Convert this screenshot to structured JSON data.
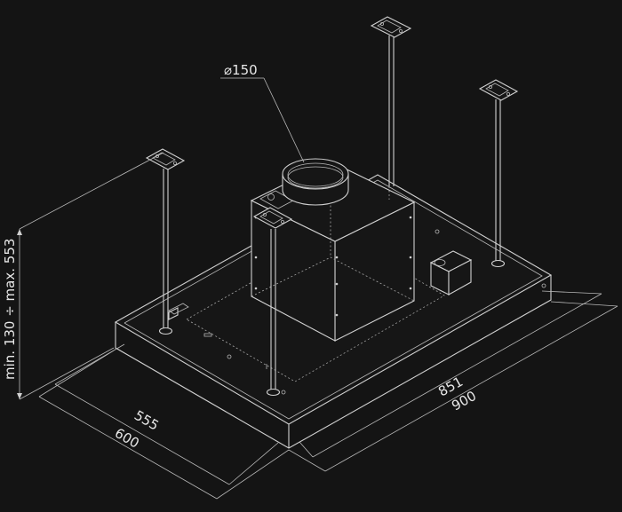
{
  "dimensions": {
    "duct_diameter": "⌀150",
    "height_range": "min. 130 ÷ max. 553",
    "inner_length": "851",
    "outer_length": "900",
    "inner_depth": "555",
    "outer_depth": "600"
  },
  "colors": {
    "background": "#141414",
    "line": "#d0d0d0",
    "text": "#e8e8e8"
  }
}
